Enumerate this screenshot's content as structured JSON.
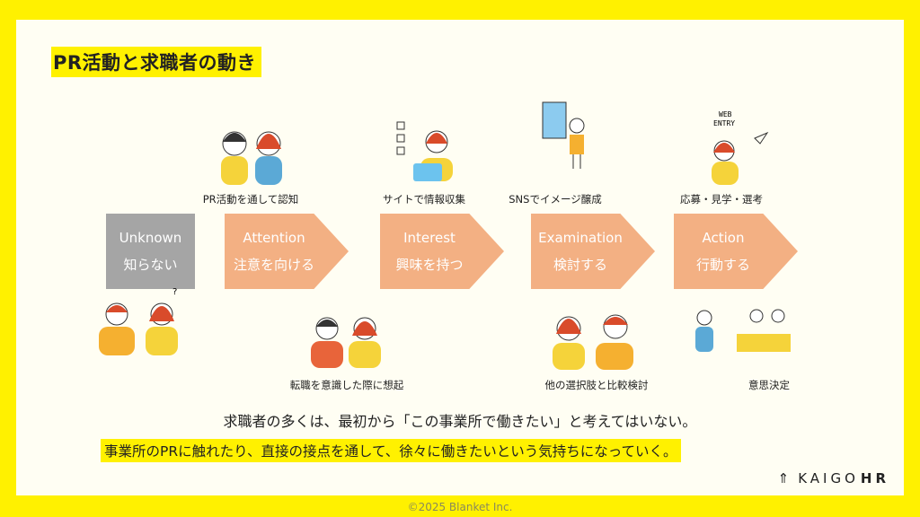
{
  "title": "PR活動と求職者の動き",
  "stages": [
    {
      "en": "Unknown",
      "ja": "知らない"
    },
    {
      "en": "Attention",
      "ja": "注意を向ける"
    },
    {
      "en": "Interest",
      "ja": "興味を持つ"
    },
    {
      "en": "Examination",
      "ja": "検討する"
    },
    {
      "en": "Action",
      "ja": "行動する"
    }
  ],
  "top_captions": [
    "PR活動を通して認知",
    "サイトで情報収集",
    "SNSでイメージ醸成",
    "応募・見学・選考"
  ],
  "bottom_captions": [
    "転職を意識した際に想起",
    "他の選択肢と比較検討",
    "意思決定"
  ],
  "illustration_text": {
    "web_entry": "WEB ENTRY"
  },
  "message_line1": "求職者の多くは、最初から「この事業所で働きたい」と考えてはいない。",
  "message_line2": "事業所のPRに触れたり、直接の接点を通して、徐々に働きたいという気持ちになっていく。",
  "logo": {
    "light": "KAIGO",
    "bold": "HR"
  },
  "footer": "©2025 Blanket Inc.",
  "colors": {
    "frame": "#FFF100",
    "stage_arrow": "#F3B083",
    "stage_unknown": "#A5A5A5",
    "background": "#FFFEF3"
  }
}
